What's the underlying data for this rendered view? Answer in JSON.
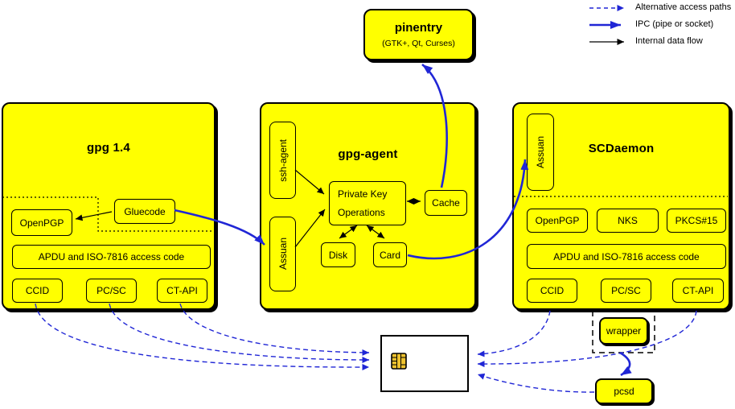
{
  "legend": {
    "items": [
      {
        "label": "Alternative access paths",
        "style": "dashed-blue"
      },
      {
        "label": "IPC (pipe or socket)",
        "style": "thick-blue"
      },
      {
        "label": "Internal data flow",
        "style": "thin-black"
      }
    ]
  },
  "pinentry": {
    "title": "pinentry",
    "subtitle": "(GTK+, Qt, Curses)"
  },
  "gpg14": {
    "title": "gpg 1.4",
    "openpgp": "OpenPGP",
    "gluecode": "Gluecode",
    "apdu": "APDU and ISO-7816 access code",
    "ccid": "CCID",
    "pcsc": "PC/SC",
    "ctapi": "CT-API"
  },
  "gpg_agent": {
    "title": "gpg-agent",
    "ssh_agent": "ssh-agent",
    "assuan": "Assuan",
    "pko_line1": "Private Key",
    "pko_line2": "Operations",
    "cache": "Cache",
    "disk": "Disk",
    "card": "Card"
  },
  "scdaemon": {
    "title": "SCDaemon",
    "assuan": "Assuan",
    "openpgp": "OpenPGP",
    "nks": "NKS",
    "pkcs15": "PKCS#15",
    "apdu": "APDU and ISO-7816 access code",
    "ccid": "CCID",
    "pcsc": "PC/SC",
    "ctapi": "CT-API"
  },
  "peripherals": {
    "wrapper": "wrapper",
    "pcsd": "pcsd"
  },
  "colors": {
    "node_fill": "#ffff00",
    "connector_blue": "#2026d6",
    "chip_gold": "#eec22e",
    "border": "#000000"
  }
}
